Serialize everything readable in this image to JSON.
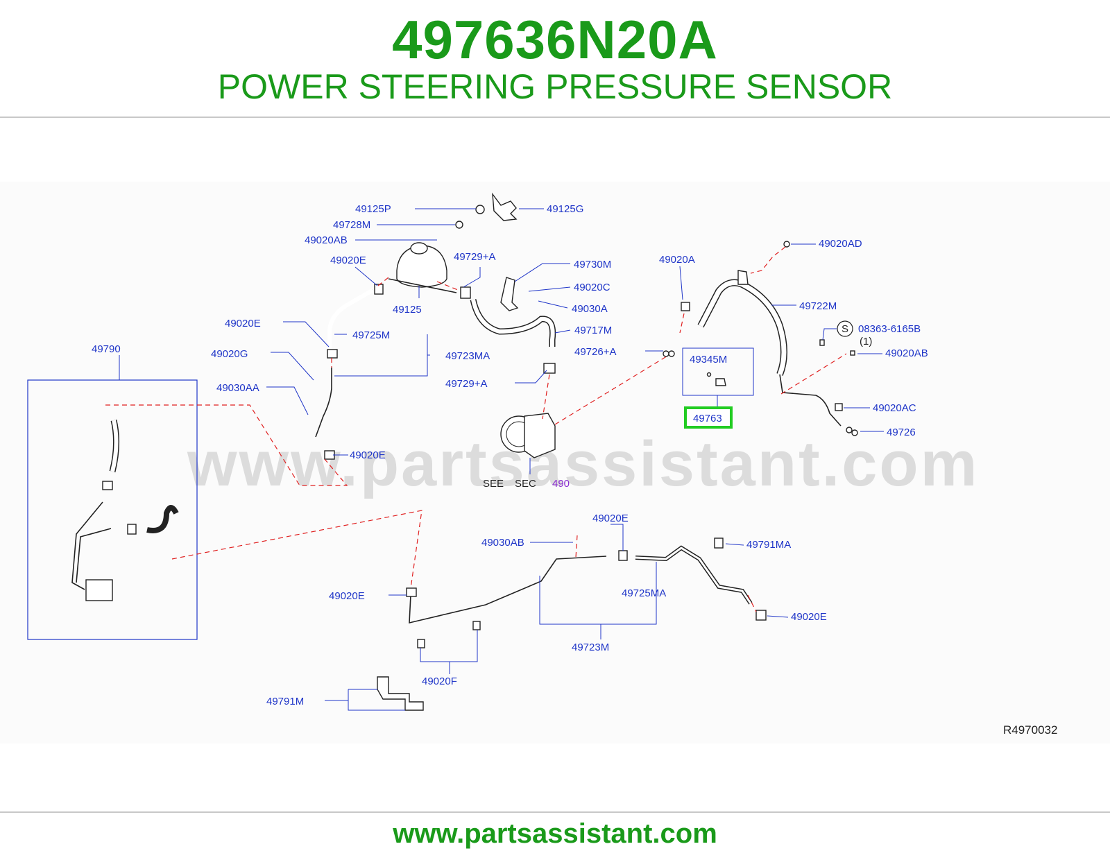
{
  "header": {
    "part_number": "497636N20A",
    "part_name": "POWER STEERING PRESSURE SENSOR"
  },
  "diagram": {
    "watermark": "www.partsassistant.com",
    "reference_code": "R4970032",
    "highlighted_part": "49763",
    "see_section": {
      "see": "SEE",
      "sec": "SEC",
      "num": "490"
    },
    "callouts": {
      "c49125P": "49125P",
      "c49125G": "49125G",
      "c49728M": "49728M",
      "c49020AB_top": "49020AB",
      "c49020E_a": "49020E",
      "c49729A_a": "49729+A",
      "c49730M": "49730M",
      "c49020C": "49020C",
      "c49030A": "49030A",
      "c49125": "49125",
      "c49020E_b": "49020E",
      "c49725M": "49725M",
      "c49717M": "49717M",
      "c49020G": "49020G",
      "c49723MA": "49723MA",
      "c49726A": "49726+A",
      "c49030AA": "49030AA",
      "c49729A_b": "49729+A",
      "c49020E_c": "49020E",
      "c49790": "49790",
      "c49020A": "49020A",
      "c49020AD": "49020AD",
      "c49722M": "49722M",
      "c08363": "08363-6165B",
      "c08363_qty": "(1)",
      "s_symbol": "S",
      "c49020AB_right": "49020AB",
      "c49345M": "49345M",
      "c49020AC": "49020AC",
      "c49726": "49726",
      "c49020E_d": "49020E",
      "c49030AB": "49030AB",
      "c49791MA": "49791MA",
      "c49725MA": "49725MA",
      "c49020E_e": "49020E",
      "c49020E_f": "49020E",
      "c49723M": "49723M",
      "c49020F": "49020F",
      "c49791M": "49791M"
    }
  },
  "footer": {
    "url": "www.partsassistant.com"
  },
  "colors": {
    "brand_green": "#1a9a1a",
    "callout_blue": "#1f35c8",
    "leader_red": "#e02020",
    "highlight_green": "#22cc22",
    "rule_gray": "#c8c8c8"
  }
}
